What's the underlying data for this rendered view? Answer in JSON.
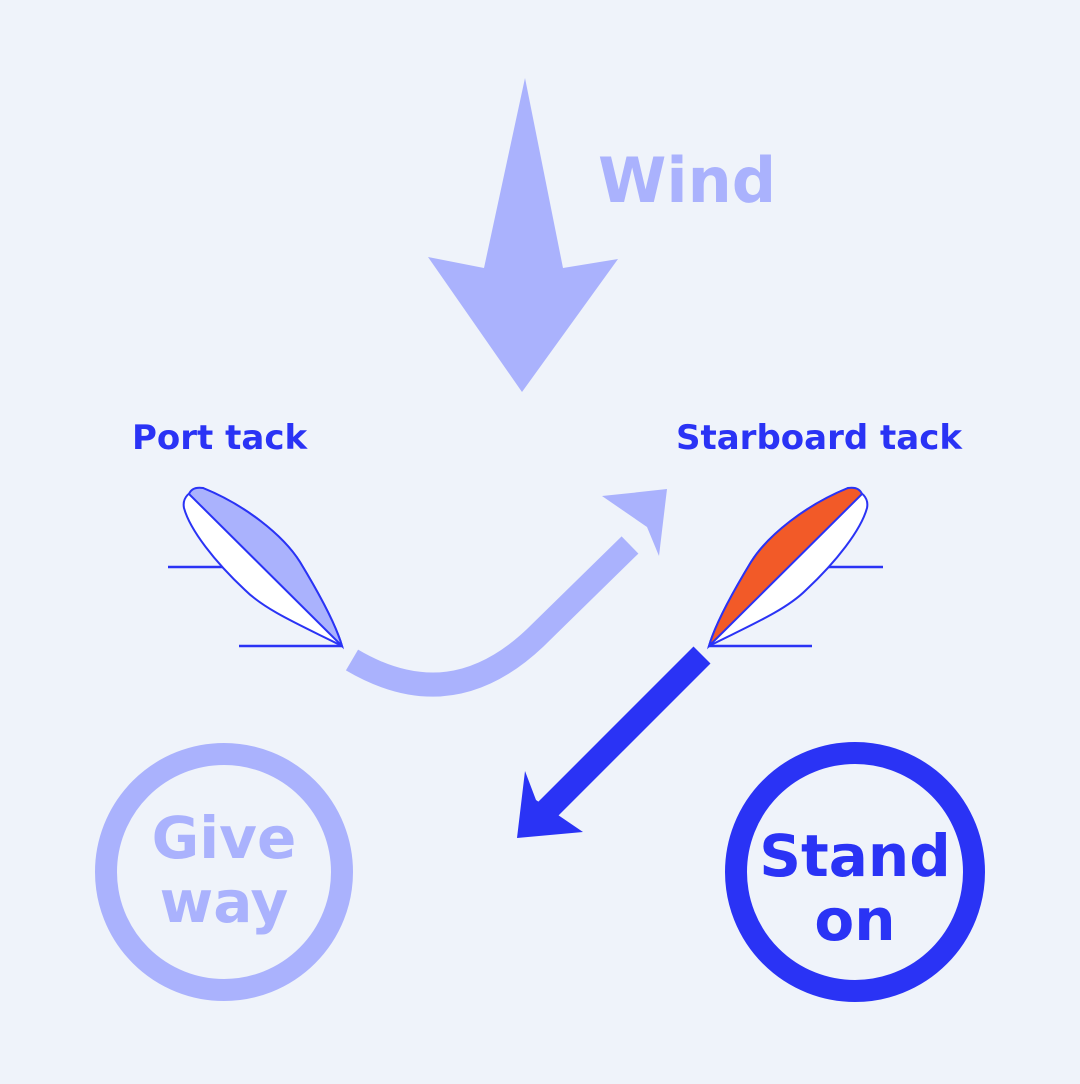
{
  "colors": {
    "background": "#eff3fa",
    "light_purple": "#aab2fd",
    "blue": "#2a33f5",
    "orange": "#f25a28",
    "white": "#ffffff"
  },
  "wind": {
    "label": "Wind"
  },
  "port": {
    "label": "Port tack"
  },
  "starboard": {
    "label": "Starboard tack"
  },
  "give_way": {
    "line1": "Give",
    "line2": "way"
  },
  "stand_on": {
    "line1": "Stand",
    "line2": "on"
  }
}
